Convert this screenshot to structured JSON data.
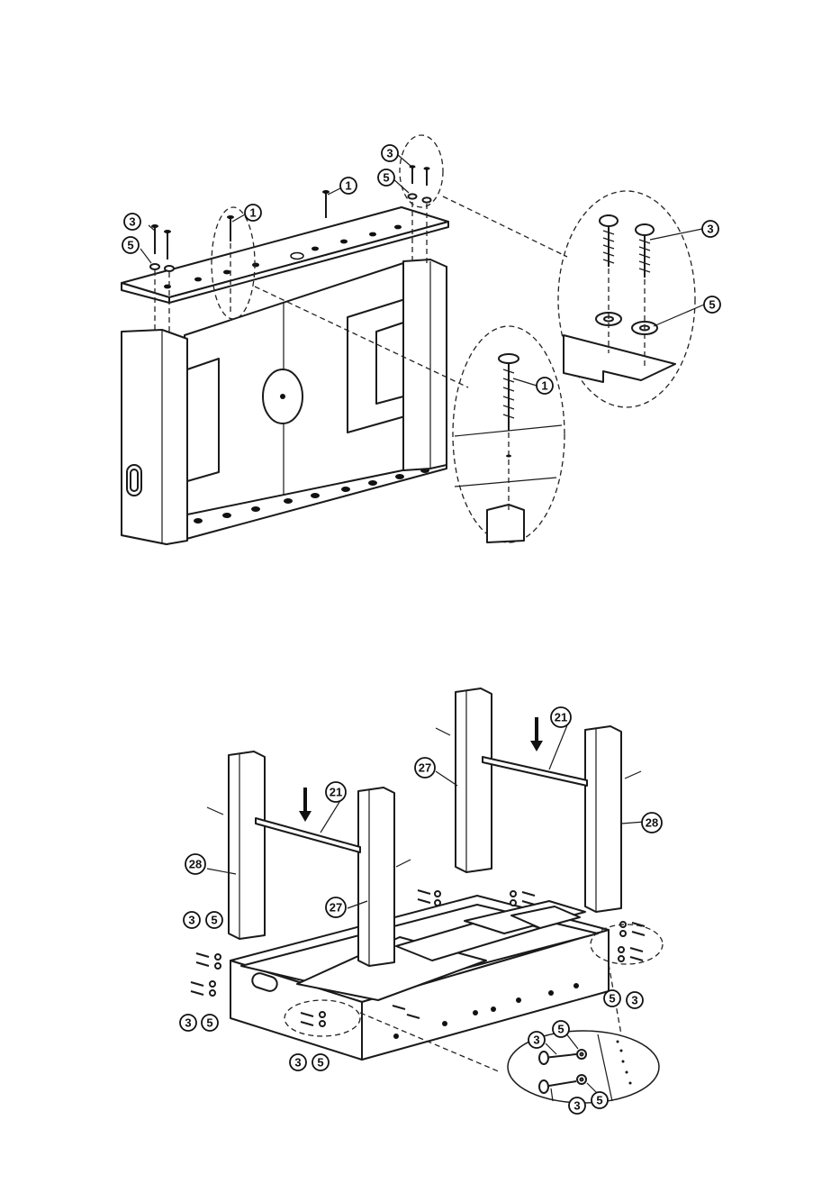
{
  "parts": {
    "screw_long": "1",
    "screw_short": "3",
    "washer": "5",
    "rod": "21",
    "leg_a": "27",
    "leg_b": "28"
  },
  "icons": {
    "screw": "screw-icon",
    "washer": "washer-icon",
    "leg": "leg-icon",
    "rod": "rod-icon"
  }
}
